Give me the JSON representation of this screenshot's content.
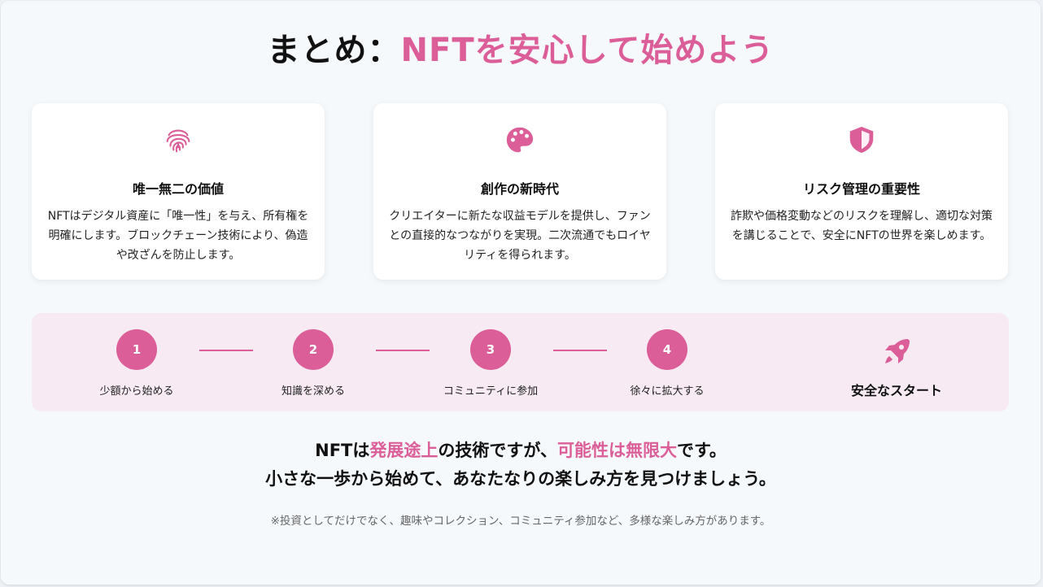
{
  "colors": {
    "accent": "#dc5e98",
    "panel_bg": "#f7eaf2",
    "card_bg": "#ffffff"
  },
  "title": {
    "prefix": "まとめ：",
    "accent": "NFTを安心して始めよう"
  },
  "cards": [
    {
      "icon": "fingerprint-icon",
      "heading": "唯一無二の価値",
      "body": "NFTはデジタル資産に「唯一性」を与え、所有権を明確にします。ブロックチェーン技術により、偽造や改ざんを防止します。"
    },
    {
      "icon": "palette-icon",
      "heading": "創作の新時代",
      "body": "クリエイターに新たな収益モデルを提供し、ファンとの直接的なつながりを実現。二次流通でもロイヤリティを得られます。"
    },
    {
      "icon": "shield-icon",
      "heading": "リスク管理の重要性",
      "body": "詐欺や価格変動などのリスクを理解し、適切な対策を講じることで、安全にNFTの世界を楽しめます。"
    }
  ],
  "steps": [
    {
      "num": "1",
      "label": "少額から始める"
    },
    {
      "num": "2",
      "label": "知識を深める"
    },
    {
      "num": "3",
      "label": "コミュニティに参加"
    },
    {
      "num": "4",
      "label": "徐々に拡大する"
    }
  ],
  "final_step": {
    "icon": "rocket-icon",
    "label": "安全なスタート"
  },
  "message": {
    "line1": {
      "a": "NFTは",
      "b": "発展途上",
      "c": "の技術ですが、",
      "d": "可能性は無限大",
      "e": "です。"
    },
    "line2": "小さな一歩から始めて、あなたなりの楽しみ方を見つけましょう。"
  },
  "note": "※投資としてだけでなく、趣味やコレクション、コミュニティ参加など、多様な楽しみ方があります。"
}
